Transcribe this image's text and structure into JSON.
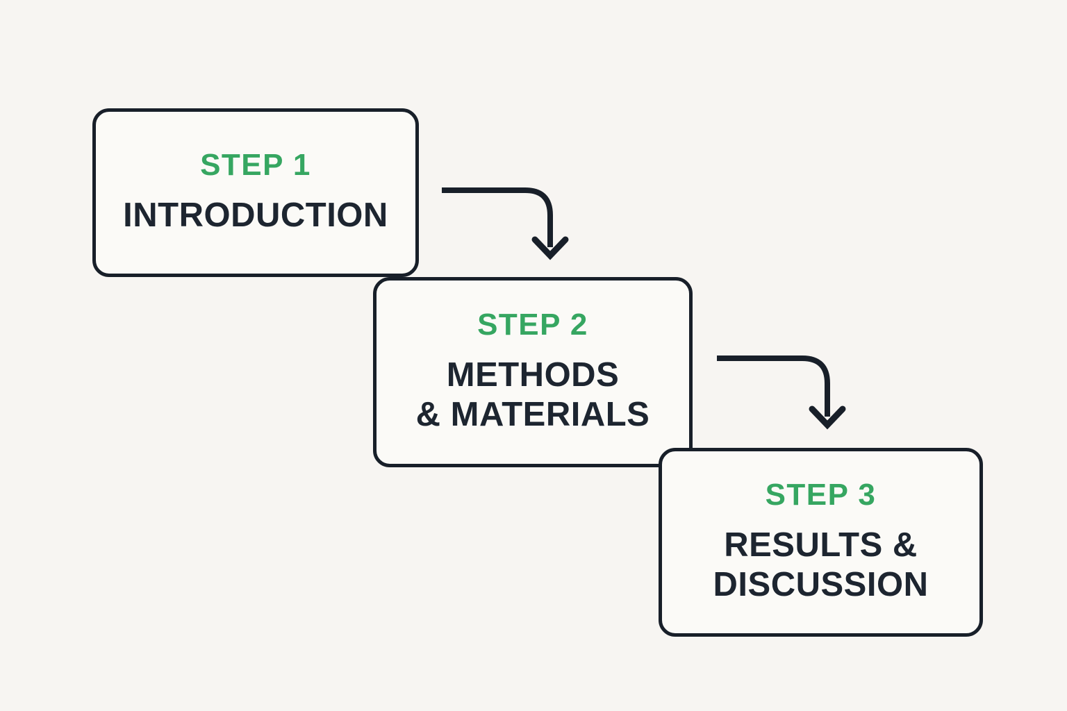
{
  "palette": {
    "background": "#f7f5f2",
    "card_fill": "#fbfaf7",
    "outline": "#181f29",
    "accent_green": "#36a661",
    "title_text": "#1d2530"
  },
  "steps": [
    {
      "label": "STEP 1",
      "line1": "INTRODUCTION",
      "line2": ""
    },
    {
      "label": "STEP 2",
      "line1": "METHODS",
      "line2": "& MATERIALS"
    },
    {
      "label": "STEP 3",
      "line1": "RESULTS &",
      "line2": "DISCUSSION"
    }
  ]
}
